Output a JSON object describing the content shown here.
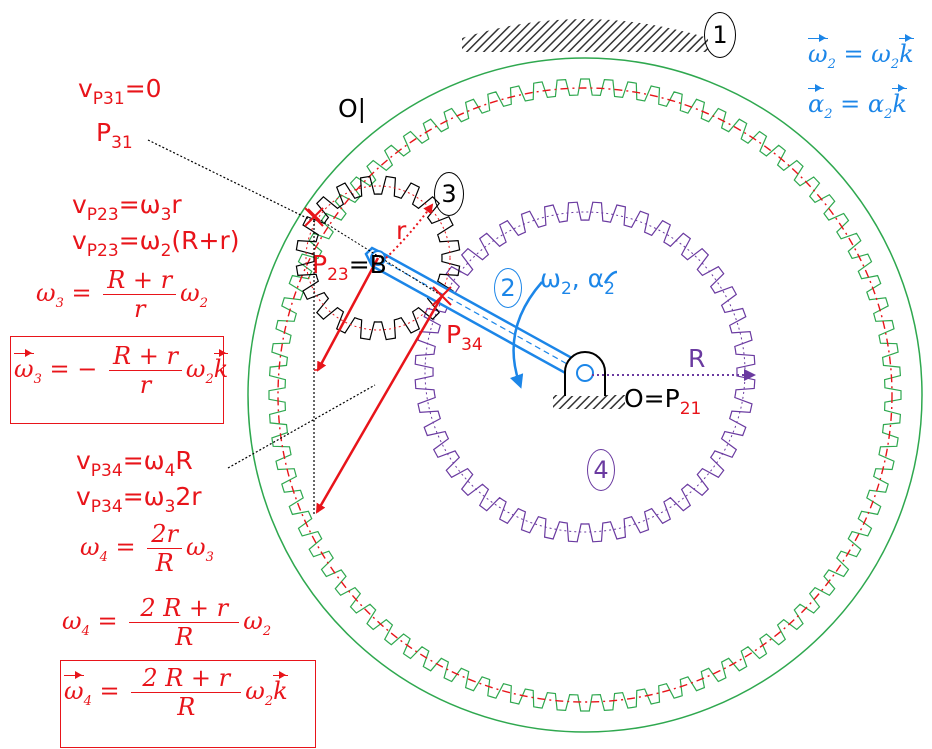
{
  "labels": {
    "gear1": "1",
    "gear2": "2",
    "gear3": "3",
    "gear4": "4",
    "O_bar": "O|",
    "P31": "P",
    "P31_sub": "31",
    "P23_B_a": "P",
    "P23_B_sub": "23",
    "P23_B_b": "=B",
    "P34": "P",
    "P34_sub": "34",
    "O_P21_a": "O=P",
    "O_P21_sub": "21",
    "r": "r",
    "R": "R",
    "omega2_alpha2": "ω",
    "omega2_sub": "2",
    "alpha2_sep": ", α",
    "alpha2_sub": "2"
  },
  "equations": {
    "vP31_a": "v",
    "vP31_sub": "P31",
    "vP31_b": "=0",
    "vP23a_a": "v",
    "vP23a_sub": "P23",
    "vP23a_b": "=ω",
    "vP23a_sub2": "3",
    "vP23a_c": "r",
    "vP23b_a": "v",
    "vP23b_sub": "P23",
    "vP23b_b": "=ω",
    "vP23b_sub2": "2",
    "vP23b_c": "(R+r)",
    "vP34a_a": "v",
    "vP34a_sub": "P34",
    "vP34a_b": "=ω",
    "vP34a_sub2": "4",
    "vP34a_c": "R",
    "vP34b_a": "v",
    "vP34b_sub": "P34",
    "vP34b_b": "=ω",
    "vP34b_sub2": "3",
    "vP34b_c": "2r",
    "w3_lhs": "ω",
    "w3_lhs_sub": "3",
    "w3_num": "R + r",
    "w3_den": "r",
    "w3_rhs": "ω",
    "w3_rhs_sub": "2",
    "w3v_lhs": "ω",
    "w3v_lhs_sub": "3",
    "w3v_sign": "= −",
    "w3v_num": "R + r",
    "w3v_den": "r",
    "w3v_rhs": "ω",
    "w3v_rhs_sub": "2",
    "w3v_k": "k",
    "w4a_lhs": "ω",
    "w4a_lhs_sub": "4",
    "w4a_num": "2r",
    "w4a_den": "R",
    "w4a_rhs": "ω",
    "w4a_rhs_sub": "3",
    "w4b_lhs": "ω",
    "w4b_lhs_sub": "4",
    "w4b_num": "2  R + r",
    "w4b_den": "R",
    "w4b_rhs": "ω",
    "w4b_rhs_sub": "2",
    "w4v_lhs": "ω",
    "w4v_lhs_sub": "4",
    "w4v_num": "2  R + r",
    "w4v_den": "R",
    "w4v_rhs": "ω",
    "w4v_rhs_sub": "2",
    "w4v_k": "k",
    "top_w_lhs": "ω",
    "top_w_lhs_sub": "2",
    "top_w_rhs": "ω",
    "top_w_rhs_sub": "2",
    "top_w_k": "k",
    "top_a_lhs": "α",
    "top_a_lhs_sub": "2",
    "top_a_rhs": "α",
    "top_a_rhs_sub": "2",
    "top_a_k": "k"
  },
  "colors": {
    "red": "#e8141a",
    "blue": "#1c86e8",
    "purple": "#6a3aa0",
    "green": "#2fa84f",
    "black": "#000000"
  }
}
